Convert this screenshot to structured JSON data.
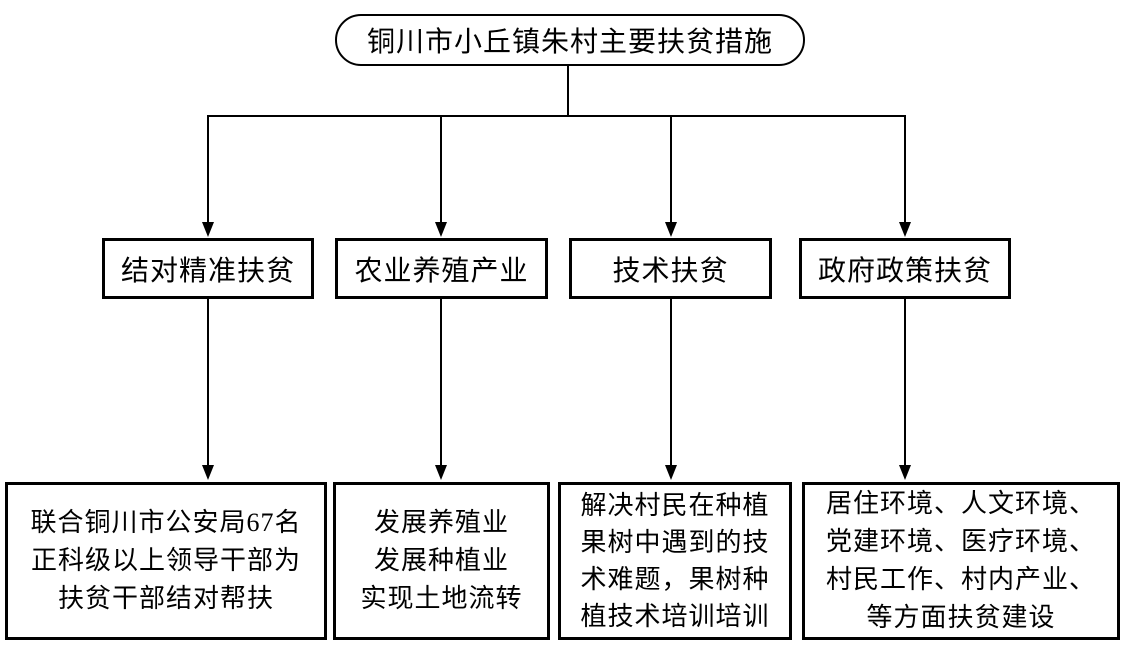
{
  "diagram": {
    "root": {
      "label": "铜川市小丘镇朱村主要扶贫措施"
    },
    "branches": [
      {
        "label": "结对精准扶贫",
        "detail": "联合铜川市公安局67名\n正科级以上领导干部为\n扶贫干部结对帮扶"
      },
      {
        "label": "农业养殖产业",
        "detail": "发展养殖业\n发展种植业\n实现土地流转"
      },
      {
        "label": "技术扶贫",
        "detail": "解决村民在种植\n果树中遇到的技\n术难题，果树种\n植技术培训培训"
      },
      {
        "label": "政府政策扶贫",
        "detail": "居住环境、人文环境、\n党建环境、医疗环境、\n村民工作、村内产业、\n等方面扶贫建设"
      }
    ],
    "colors": {
      "background": "#ffffff",
      "line": "#000000",
      "border": "#000000",
      "text": "#000000"
    }
  }
}
